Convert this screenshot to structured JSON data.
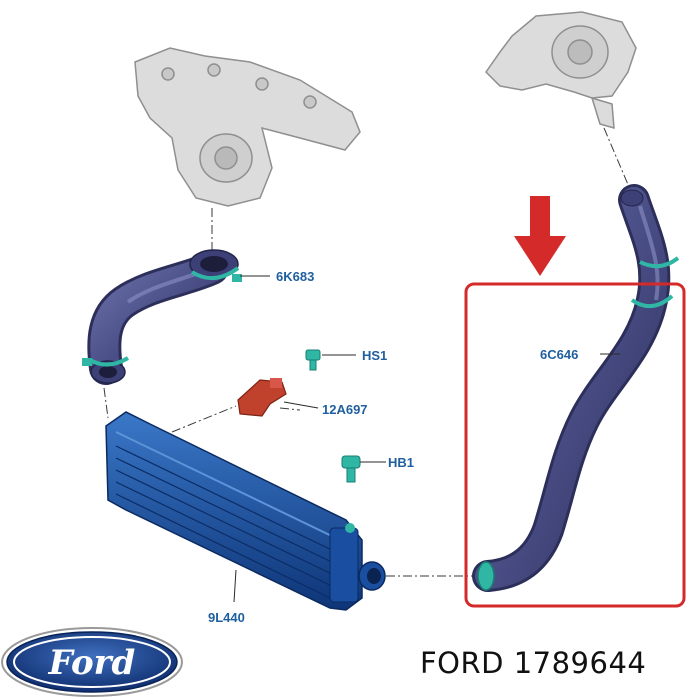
{
  "parts": {
    "hose_upper_left": "6K683",
    "bolt_hs1": "HS1",
    "sensor": "12A697",
    "bolt_hb1": "HB1",
    "intercooler": "9L440",
    "hose_right": "6C646"
  },
  "caption": "FORD 1789644",
  "logo": {
    "brand": "Ford"
  },
  "colors": {
    "hose": "#4a4e86",
    "intercooler": "#1a4ea0",
    "clamp": "#2fb6a4",
    "sensor": "#c0412c",
    "highlight": "#d42a2a",
    "label": "#1f5f9f"
  },
  "icons": {
    "arrow": "down-arrow-icon"
  }
}
